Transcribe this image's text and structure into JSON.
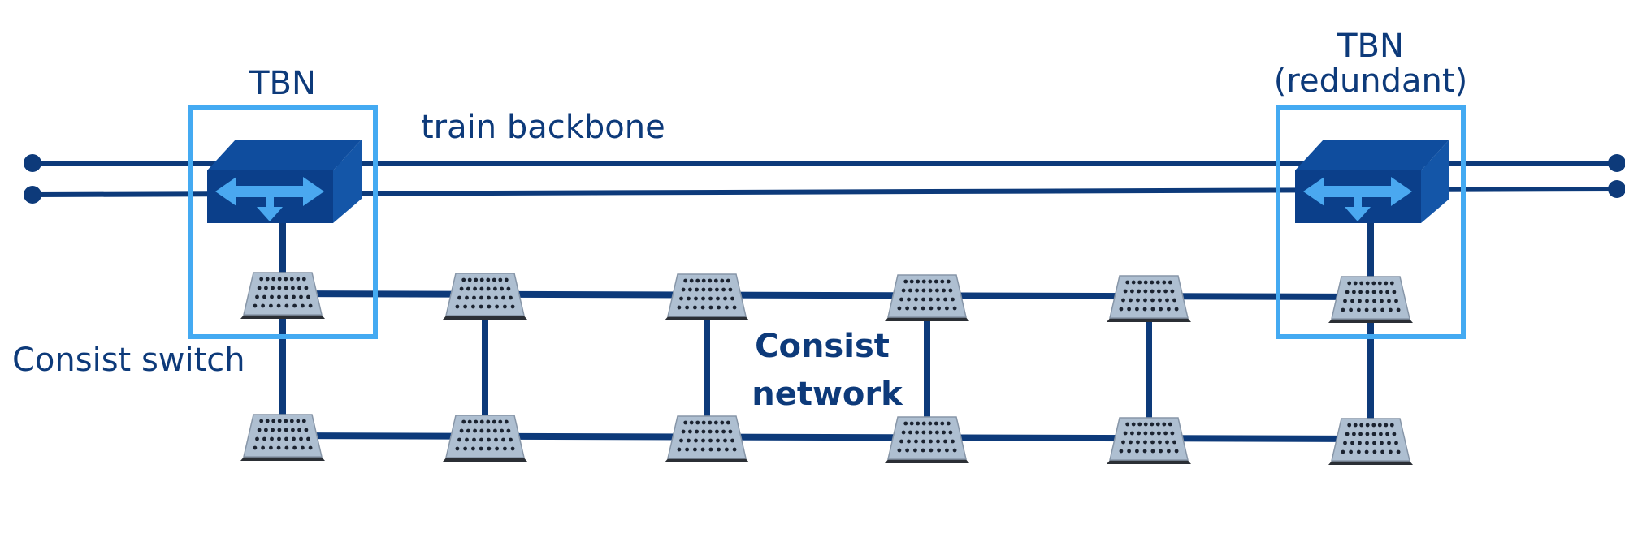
{
  "diagram": {
    "labels": {
      "tbn_left": "TBN",
      "tbn_right_line1": "TBN",
      "tbn_right_line2": "(redundant)",
      "train_backbone": "train backbone",
      "consist_switch": "Consist switch",
      "consist_network_line1": "Consist",
      "consist_network_line2": "network"
    },
    "counts": {
      "switch_columns": 6,
      "switch_rows": 2
    },
    "colors": {
      "line": "#0d3a7a",
      "highlight_box": "#44aaf2",
      "router_front": "#0b3f8a",
      "router_top": "#0f4d9e",
      "router_side": "#1456a8",
      "router_arrow": "#4aa8f0",
      "switch_face": "#aebfd1",
      "switch_base": "#2b2f35"
    },
    "icons": {
      "router": "tbn-router-icon",
      "switch": "consist-switch-icon"
    }
  }
}
